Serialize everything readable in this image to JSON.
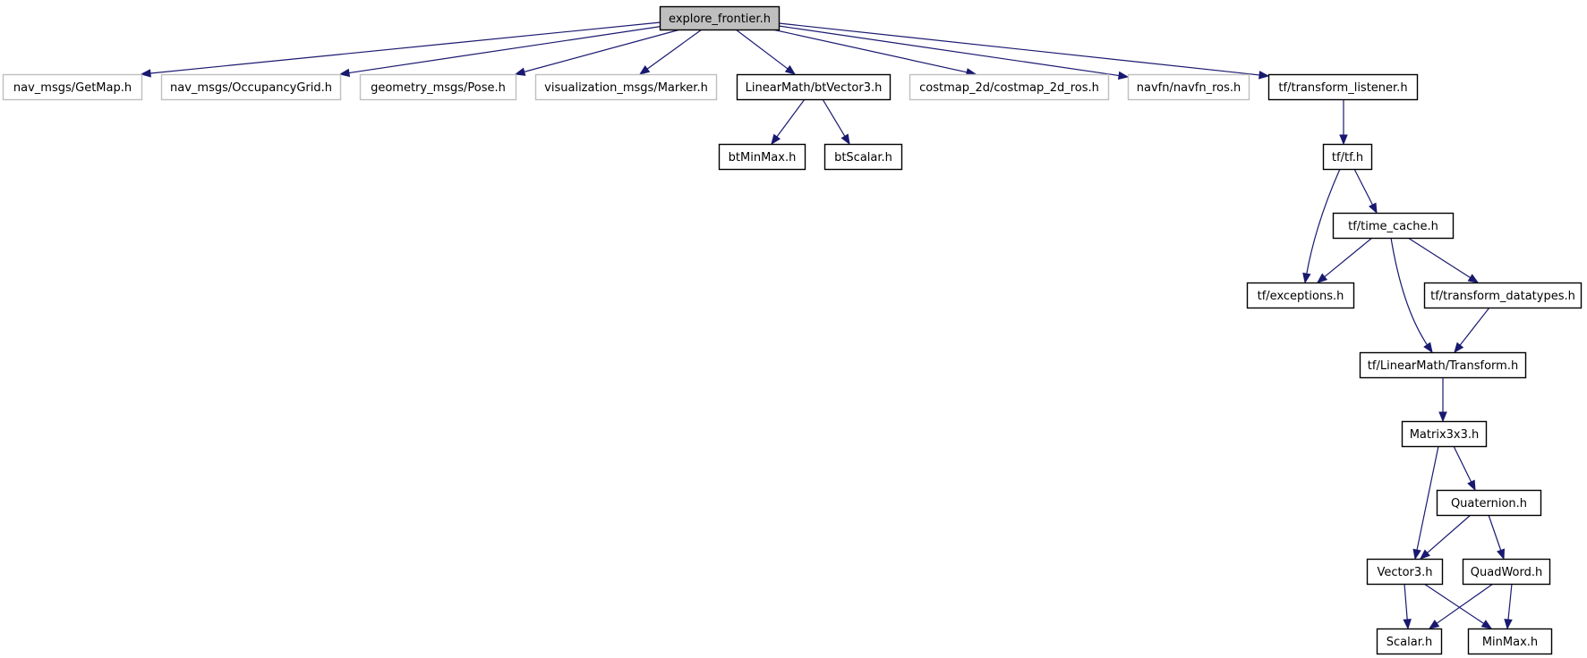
{
  "diagram": {
    "colors": {
      "edge": "#191970",
      "root_fill": "#bfbfbf",
      "node_border": "#000000",
      "external_border": "#bfbfbf",
      "text": "#000000"
    },
    "nodes": [
      {
        "id": "explore_frontier",
        "label": "explore_frontier.h",
        "kind": "root"
      },
      {
        "id": "getmap",
        "label": "nav_msgs/GetMap.h",
        "kind": "external"
      },
      {
        "id": "occgrid",
        "label": "nav_msgs/OccupancyGrid.h",
        "kind": "external"
      },
      {
        "id": "pose",
        "label": "geometry_msgs/Pose.h",
        "kind": "external"
      },
      {
        "id": "marker",
        "label": "visualization_msgs/Marker.h",
        "kind": "external"
      },
      {
        "id": "btvector3",
        "label": "LinearMath/btVector3.h",
        "kind": "local"
      },
      {
        "id": "costmap",
        "label": "costmap_2d/costmap_2d_ros.h",
        "kind": "external"
      },
      {
        "id": "navfn",
        "label": "navfn/navfn_ros.h",
        "kind": "external"
      },
      {
        "id": "tflistener",
        "label": "tf/transform_listener.h",
        "kind": "local"
      },
      {
        "id": "btminmax",
        "label": "btMinMax.h",
        "kind": "local"
      },
      {
        "id": "btscalar",
        "label": "btScalar.h",
        "kind": "local"
      },
      {
        "id": "tf",
        "label": "tf/tf.h",
        "kind": "local"
      },
      {
        "id": "timecache",
        "label": "tf/time_cache.h",
        "kind": "local"
      },
      {
        "id": "exceptions",
        "label": "tf/exceptions.h",
        "kind": "local"
      },
      {
        "id": "datatypes",
        "label": "tf/transform_datatypes.h",
        "kind": "local"
      },
      {
        "id": "transform",
        "label": "tf/LinearMath/Transform.h",
        "kind": "local"
      },
      {
        "id": "matrix",
        "label": "Matrix3x3.h",
        "kind": "local"
      },
      {
        "id": "quaternion",
        "label": "Quaternion.h",
        "kind": "local"
      },
      {
        "id": "vector3",
        "label": "Vector3.h",
        "kind": "local"
      },
      {
        "id": "quadword",
        "label": "QuadWord.h",
        "kind": "local"
      },
      {
        "id": "scalar",
        "label": "Scalar.h",
        "kind": "local"
      },
      {
        "id": "minmax",
        "label": "MinMax.h",
        "kind": "local"
      }
    ],
    "edges": [
      {
        "from": "explore_frontier",
        "to": "getmap"
      },
      {
        "from": "explore_frontier",
        "to": "occgrid"
      },
      {
        "from": "explore_frontier",
        "to": "pose"
      },
      {
        "from": "explore_frontier",
        "to": "marker"
      },
      {
        "from": "explore_frontier",
        "to": "btvector3"
      },
      {
        "from": "explore_frontier",
        "to": "costmap"
      },
      {
        "from": "explore_frontier",
        "to": "navfn"
      },
      {
        "from": "explore_frontier",
        "to": "tflistener"
      },
      {
        "from": "btvector3",
        "to": "btminmax"
      },
      {
        "from": "btvector3",
        "to": "btscalar"
      },
      {
        "from": "tflistener",
        "to": "tf"
      },
      {
        "from": "tf",
        "to": "exceptions"
      },
      {
        "from": "tf",
        "to": "timecache"
      },
      {
        "from": "timecache",
        "to": "exceptions"
      },
      {
        "from": "timecache",
        "to": "transform"
      },
      {
        "from": "timecache",
        "to": "datatypes"
      },
      {
        "from": "datatypes",
        "to": "transform"
      },
      {
        "from": "transform",
        "to": "matrix"
      },
      {
        "from": "matrix",
        "to": "vector3"
      },
      {
        "from": "matrix",
        "to": "quaternion"
      },
      {
        "from": "quaternion",
        "to": "vector3"
      },
      {
        "from": "quaternion",
        "to": "quadword"
      },
      {
        "from": "vector3",
        "to": "scalar"
      },
      {
        "from": "vector3",
        "to": "minmax"
      },
      {
        "from": "quadword",
        "to": "scalar"
      },
      {
        "from": "quadword",
        "to": "minmax"
      }
    ]
  }
}
